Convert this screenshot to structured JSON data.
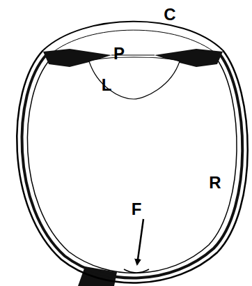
{
  "diagram": {
    "labels": [
      "C",
      "P",
      "L",
      "R",
      "F"
    ]
  }
}
